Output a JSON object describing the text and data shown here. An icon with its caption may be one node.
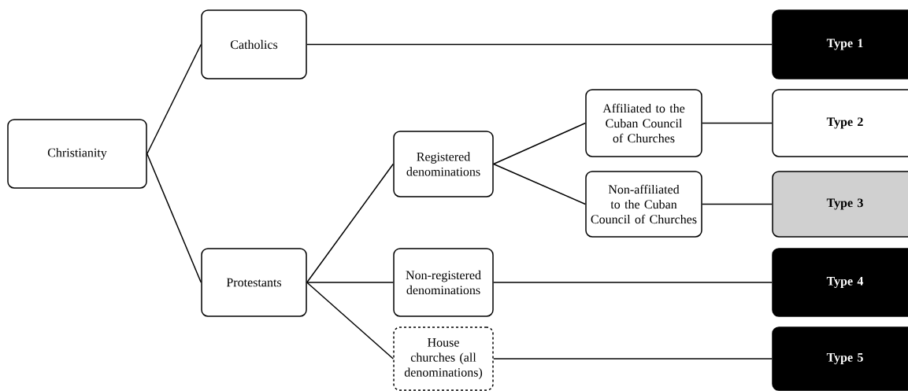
{
  "diagram": {
    "nodes": [
      {
        "text": [
          "Christianity"
        ]
      },
      {
        "text": [
          "Catholics"
        ]
      },
      {
        "text": [
          "Protestants"
        ]
      },
      {
        "text": [
          "Registered denominations"
        ]
      },
      {
        "text": [
          "Affiliated to the Cuban Council of Churches"
        ]
      },
      {
        "text": [
          "Non-affiliated to the Cuban Council of Churches"
        ]
      },
      {
        "text": [
          "Non-registered denominations"
        ]
      },
      {
        "text": [
          "House churches (all denominations)"
        ]
      },
      {
        "text": [
          "Type 1"
        ]
      },
      {
        "text": [
          "Type 2"
        ]
      },
      {
        "text": [
          "Type 3"
        ]
      },
      {
        "text": [
          "Type 4"
        ]
      },
      {
        "text": [
          "Type 5"
        ]
      }
    ],
    "edges": [
      {
        "from": 0,
        "to": 1,
        "arrow": "none"
      },
      {
        "from": 0,
        "to": 2,
        "arrow": "none"
      },
      {
        "from": 2,
        "to": 3,
        "arrow": "none"
      },
      {
        "from": 2,
        "to": 6,
        "arrow": "none"
      },
      {
        "from": 2,
        "to": 7,
        "arrow": "none"
      },
      {
        "from": 3,
        "to": 4,
        "arrow": "none"
      },
      {
        "from": 3,
        "to": 5,
        "arrow": "none"
      },
      {
        "from": 1,
        "to": 8,
        "arrow": "none"
      },
      {
        "from": 4,
        "to": 9,
        "arrow": "none"
      },
      {
        "from": 5,
        "to": 10,
        "arrow": "none"
      },
      {
        "from": 6,
        "to": 11,
        "arrow": "none"
      },
      {
        "from": 7,
        "to": 12,
        "arrow": "none"
      }
    ]
  }
}
